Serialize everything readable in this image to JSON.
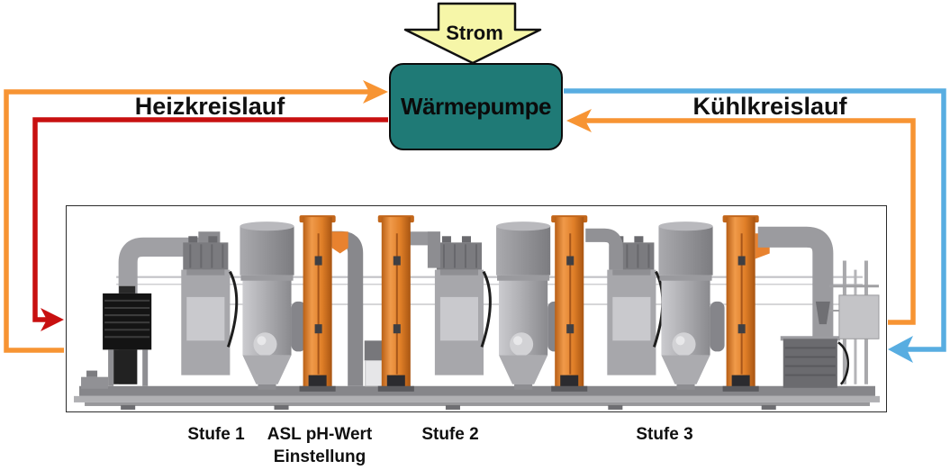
{
  "diagram": {
    "power_input": {
      "label": "Strom"
    },
    "heat_pump": {
      "label": "Wärmepumpe"
    },
    "heating_circuit": {
      "label": "Heizkreislauf",
      "supply_color": "#f79433",
      "return_color": "#c81010"
    },
    "cooling_circuit": {
      "label": "Kühlkreislauf",
      "supply_color": "#58ade1",
      "return_color": "#f79433"
    },
    "plant_labels": {
      "stage1": "Stufe 1",
      "asl_line1": "ASL pH-Wert",
      "asl_line2": "Einstellung",
      "stage2": "Stufe 2",
      "stage3": "Stufe 3"
    },
    "colors": {
      "heat_pump_fill": "#1f7a76",
      "strom_fill": "#f6f6a8",
      "orange": "#f79433",
      "red": "#c81010",
      "blue": "#58ade1",
      "plant_orange": "#e8822f",
      "plant_orange_dark": "#c2661a"
    }
  }
}
